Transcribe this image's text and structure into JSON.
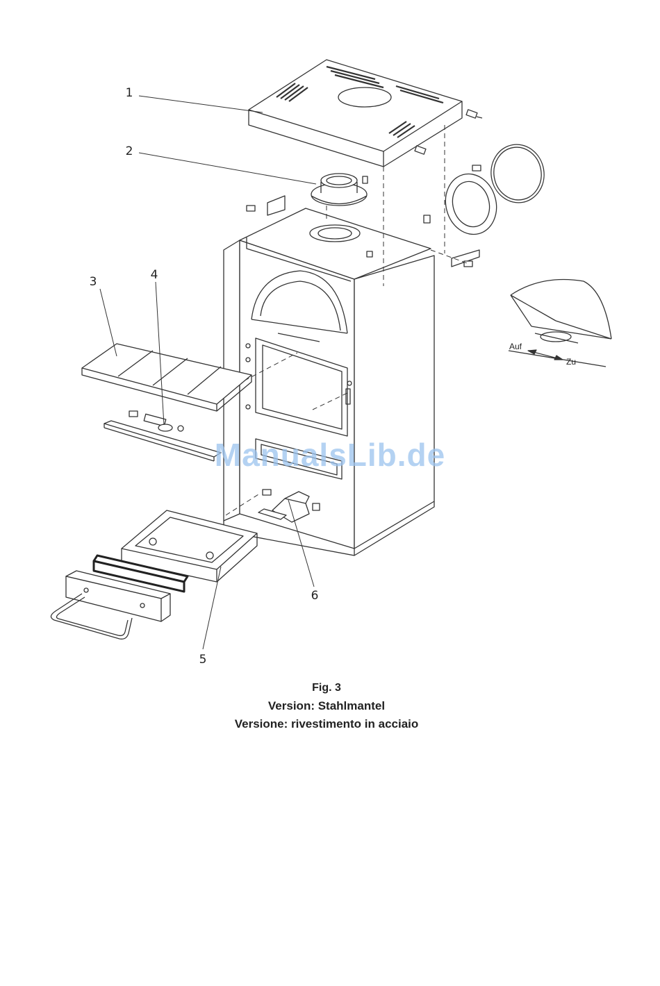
{
  "callouts": [
    "1",
    "2",
    "3",
    "4",
    "5",
    "6"
  ],
  "detail": {
    "open_label": "Auf",
    "close_label": "Zu"
  },
  "caption": {
    "fig": "Fig. 3",
    "line_de": "Version: Stahlmantel",
    "line_it": "Versione: rivestimento in acciaio"
  },
  "watermark": "ManualsLib.de"
}
